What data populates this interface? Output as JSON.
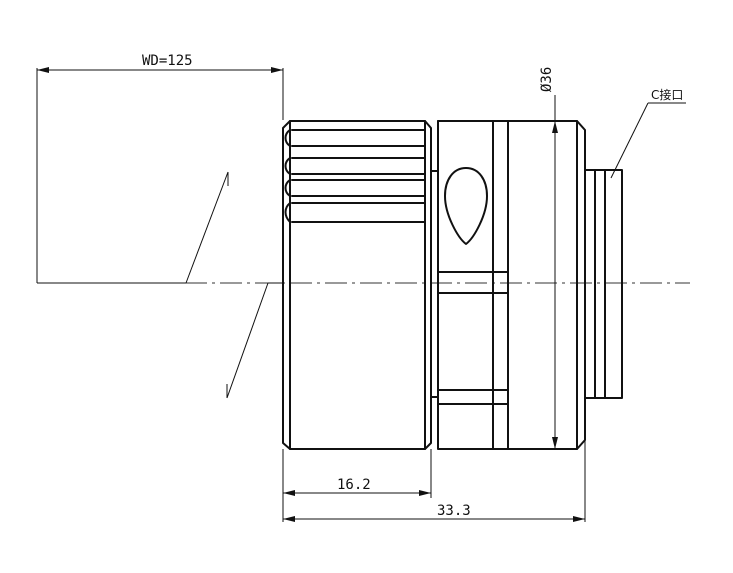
{
  "dimensions": {
    "working_distance": "WD=125",
    "front_length": "16.2",
    "total_length": "33.3",
    "diameter": "Ø36",
    "mount": "C接口"
  },
  "colors": {
    "line": "#111111",
    "background": "#ffffff"
  }
}
